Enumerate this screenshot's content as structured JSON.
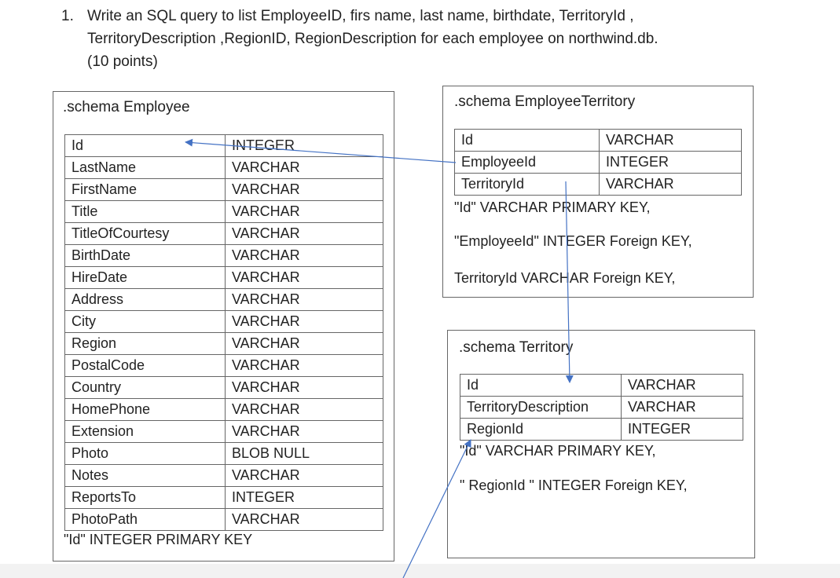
{
  "question": {
    "number": "1.",
    "lines": [
      "Write an SQL query to list EmployeeID,  firs name, last name, birthdate, TerritoryId ,",
      "TerritoryDescription ,RegionID, RegionDescription for each employee on northwind.db.",
      "(10 points)"
    ]
  },
  "employee_schema": {
    "title": ".schema Employee",
    "columns": [
      [
        "Id",
        "INTEGER"
      ],
      [
        "LastName",
        "VARCHAR"
      ],
      [
        "FirstName",
        "VARCHAR"
      ],
      [
        "Title",
        "VARCHAR"
      ],
      [
        "TitleOfCourtesy",
        "VARCHAR"
      ],
      [
        "BirthDate",
        "VARCHAR"
      ],
      [
        "HireDate",
        "VARCHAR"
      ],
      [
        "Address",
        "VARCHAR"
      ],
      [
        "City",
        "VARCHAR"
      ],
      [
        "Region",
        "VARCHAR"
      ],
      [
        "PostalCode",
        "VARCHAR"
      ],
      [
        "Country",
        "VARCHAR"
      ],
      [
        "HomePhone",
        "VARCHAR"
      ],
      [
        "Extension",
        "VARCHAR"
      ],
      [
        "Photo",
        "BLOB NULL"
      ],
      [
        "Notes",
        "VARCHAR"
      ],
      [
        "ReportsTo",
        "INTEGER"
      ],
      [
        "PhotoPath",
        "VARCHAR"
      ]
    ],
    "notes": [
      "\"Id\" INTEGER PRIMARY KEY"
    ]
  },
  "employee_territory_schema": {
    "title": ".schema EmployeeTerritory",
    "columns": [
      [
        "Id",
        "VARCHAR"
      ],
      [
        "EmployeeId",
        "INTEGER"
      ],
      [
        "TerritoryId",
        "VARCHAR"
      ]
    ],
    "notes": [
      "\"Id\" VARCHAR PRIMARY KEY,",
      "\"EmployeeId\" INTEGER Foreign KEY,",
      "TerritoryId VARCHAR Foreign KEY,"
    ]
  },
  "territory_schema": {
    "title": ".schema Territory",
    "columns": [
      [
        "Id",
        "VARCHAR"
      ],
      [
        "TerritoryDescription",
        "VARCHAR"
      ],
      [
        "RegionId",
        "INTEGER"
      ]
    ],
    "notes": [
      "\"Id\" VARCHAR PRIMARY KEY,",
      "\" RegionId \" INTEGER Foreign KEY,"
    ]
  },
  "colors": {
    "arrow": "#4472c4",
    "border": "#666666",
    "text": "#222222"
  }
}
